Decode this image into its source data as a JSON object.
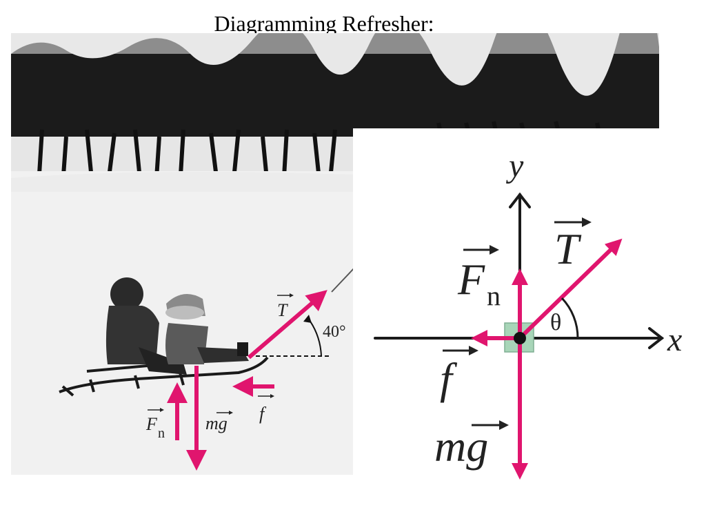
{
  "title": "Diagramming Refresher:",
  "colors": {
    "force_arrow": "#e0156e",
    "axis": "#1a1a1a",
    "box_fill": "#a8d5b8",
    "photo_sky": "#e9e9e9",
    "photo_snow": "#f2f2f2",
    "trees": "#161616"
  },
  "photo": {
    "labels": {
      "tension": "T",
      "angle": "40°",
      "normal_base": "F",
      "normal_sub": "n",
      "weight": "mg",
      "friction": "f"
    }
  },
  "diagram": {
    "axes": {
      "x": "x",
      "y": "y"
    },
    "labels": {
      "tension": "T",
      "theta": "θ",
      "normal_base": "F",
      "normal_sub": "n",
      "friction": "f",
      "weight": "mg"
    }
  }
}
